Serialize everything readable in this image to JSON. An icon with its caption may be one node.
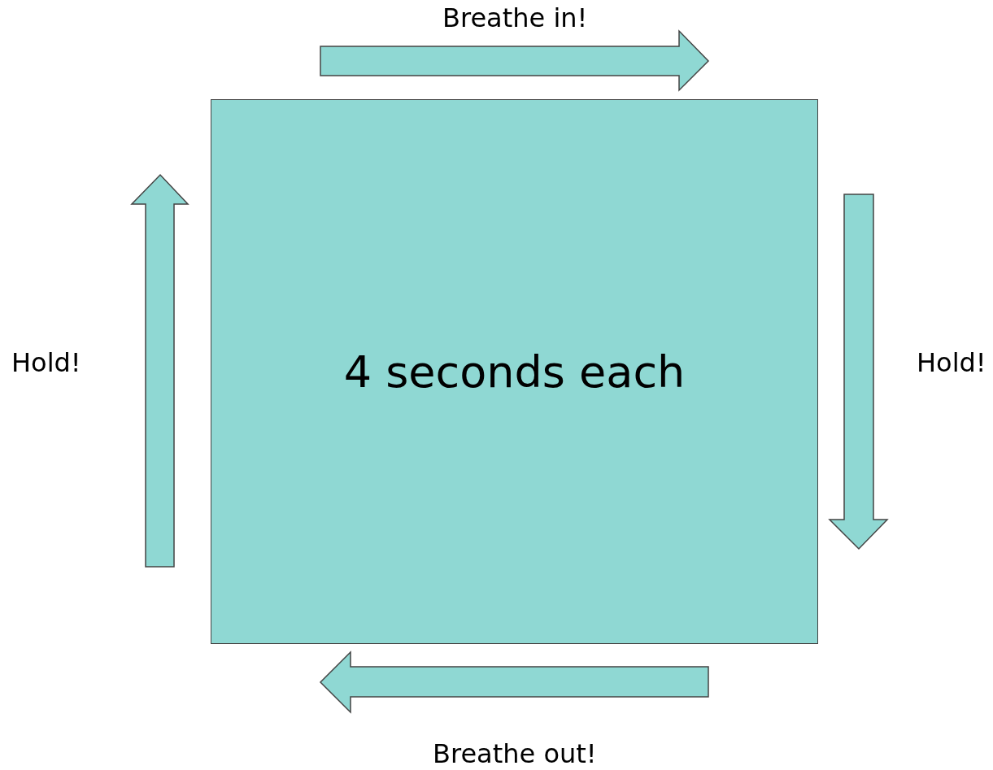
{
  "diagram": {
    "nodes": [
      {
        "text": [
          "4 seconds each"
        ]
      }
    ],
    "labels": [
      "Breathe in!",
      "Hold!",
      "Hold!",
      "Breathe out!"
    ]
  }
}
